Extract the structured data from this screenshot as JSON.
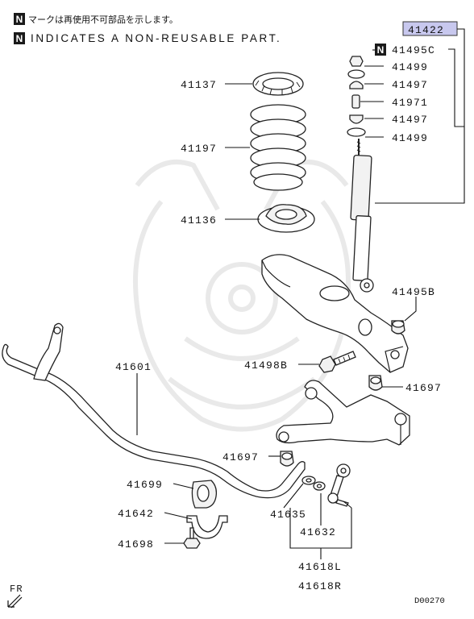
{
  "notes": {
    "badge": "N",
    "japanese": "マークは再使用不可部品を示します。",
    "english": "INDICATES A NON-REUSABLE PART."
  },
  "kit": {
    "number": "41422",
    "badge": "N"
  },
  "labels": {
    "p41137": "41137",
    "p41197": "41197",
    "p41136": "41136",
    "p41601": "41601",
    "p41697_a": "41697",
    "p41699": "41699",
    "p41642": "41642",
    "p41698": "41698",
    "p41499_a": "41499",
    "p41497_a": "41497",
    "p41971": "41971",
    "p41497_b": "41497",
    "p41499_b": "41499",
    "p41495c": "41495C",
    "p41495b": "41495B",
    "p41498b": "41498B",
    "p41697_b": "41697",
    "p41635": "41635",
    "p41632": "41632",
    "p41618l": "41618L",
    "p41618r": "41618R"
  },
  "footer": {
    "direction": "FR",
    "diagram_id": "D00270"
  },
  "colors": {
    "kit_highlight": "#c8c8ee",
    "line": "#111111",
    "watermark": "#ececec"
  }
}
